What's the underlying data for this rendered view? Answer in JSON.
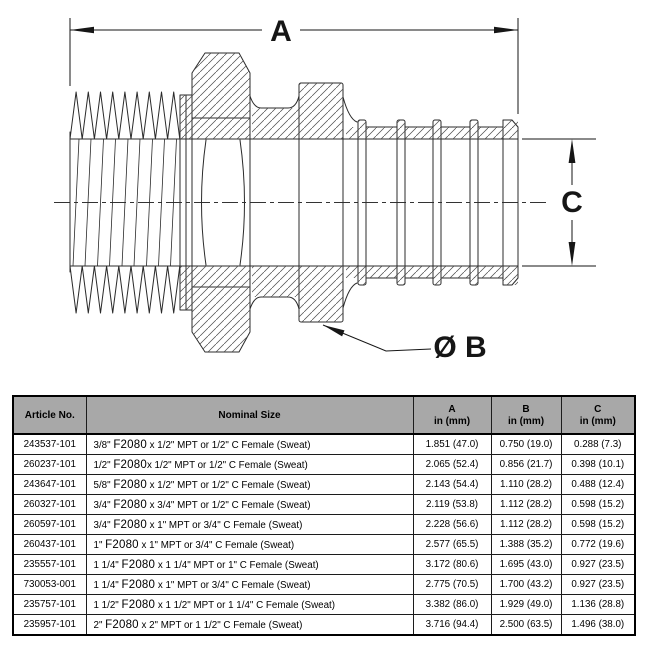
{
  "drawing": {
    "dim_a": "A",
    "dim_b": "Ø B",
    "dim_c": "C"
  },
  "table": {
    "headers": {
      "article": "Article No.",
      "nominal": "Nominal Size",
      "col_a": "A",
      "col_b": "B",
      "col_c": "C",
      "unit": "in (mm)"
    },
    "rows": [
      {
        "article": "243537-101",
        "nominal": "3/8\"  F2080 x 1/2\" MPT or 1/2\" C Female (Sweat)",
        "a": "1.851 (47.0)",
        "b": "0.750 (19.0)",
        "c": "0.288 (7.3)"
      },
      {
        "article": "260237-101",
        "nominal": "1/2\" F2080x 1/2\" MPT or 1/2\" C Female (Sweat)",
        "a": "2.065 (52.4)",
        "b": "0.856 (21.7)",
        "c": "0.398 (10.1)"
      },
      {
        "article": "243647-101",
        "nominal": "5/8\" F2080 x 1/2\" MPT or 1/2\" C Female (Sweat)",
        "a": "2.143 (54.4)",
        "b": "1.110 (28.2)",
        "c": "0.488 (12.4)"
      },
      {
        "article": "260327-101",
        "nominal": "3/4\" F2080 x 3/4\" MPT or 1/2\" C Female (Sweat)",
        "a": "2.119 (53.8)",
        "b": "1.112 (28.2)",
        "c": "0.598 (15.2)"
      },
      {
        "article": "260597-101",
        "nominal": "3/4\" F2080 x 1\" MPT or 3/4\" C Female (Sweat)",
        "a": "2.228 (56.6)",
        "b": "1.112 (28.2)",
        "c": "0.598 (15.2)"
      },
      {
        "article": "260437-101",
        "nominal": "1\" F2080 x 1\" MPT or 3/4\" C Female (Sweat)",
        "a": "2.577 (65.5)",
        "b": "1.388 (35.2)",
        "c": "0.772 (19.6)"
      },
      {
        "article": "235557-101",
        "nominal": "1 1/4\" F2080 x 1 1/4\" MPT or 1\" C Female (Sweat)",
        "a": "3.172 (80.6)",
        "b": "1.695 (43.0)",
        "c": "0.927 (23.5)"
      },
      {
        "article": "730053-001",
        "nominal": "1 1/4\" F2080 x 1\" MPT or 3/4\" C Female (Sweat)",
        "a": "2.775 (70.5)",
        "b": "1.700 (43.2)",
        "c": "0.927 (23.5)"
      },
      {
        "article": "235757-101",
        "nominal": "1 1/2\" F2080 x 1 1/2\" MPT or 1 1/4\" C Female (Sweat)",
        "a": "3.382 (86.0)",
        "b": "1.929 (49.0)",
        "c": "1.136 (28.8)"
      },
      {
        "article": "235957-101",
        "nominal": "2\" F2080 x 2\" MPT or 1 1/2\" C Female (Sweat)",
        "a": "3.716 (94.4)",
        "b": "2.500 (63.5)",
        "c": "1.496 (38.0)"
      }
    ]
  }
}
